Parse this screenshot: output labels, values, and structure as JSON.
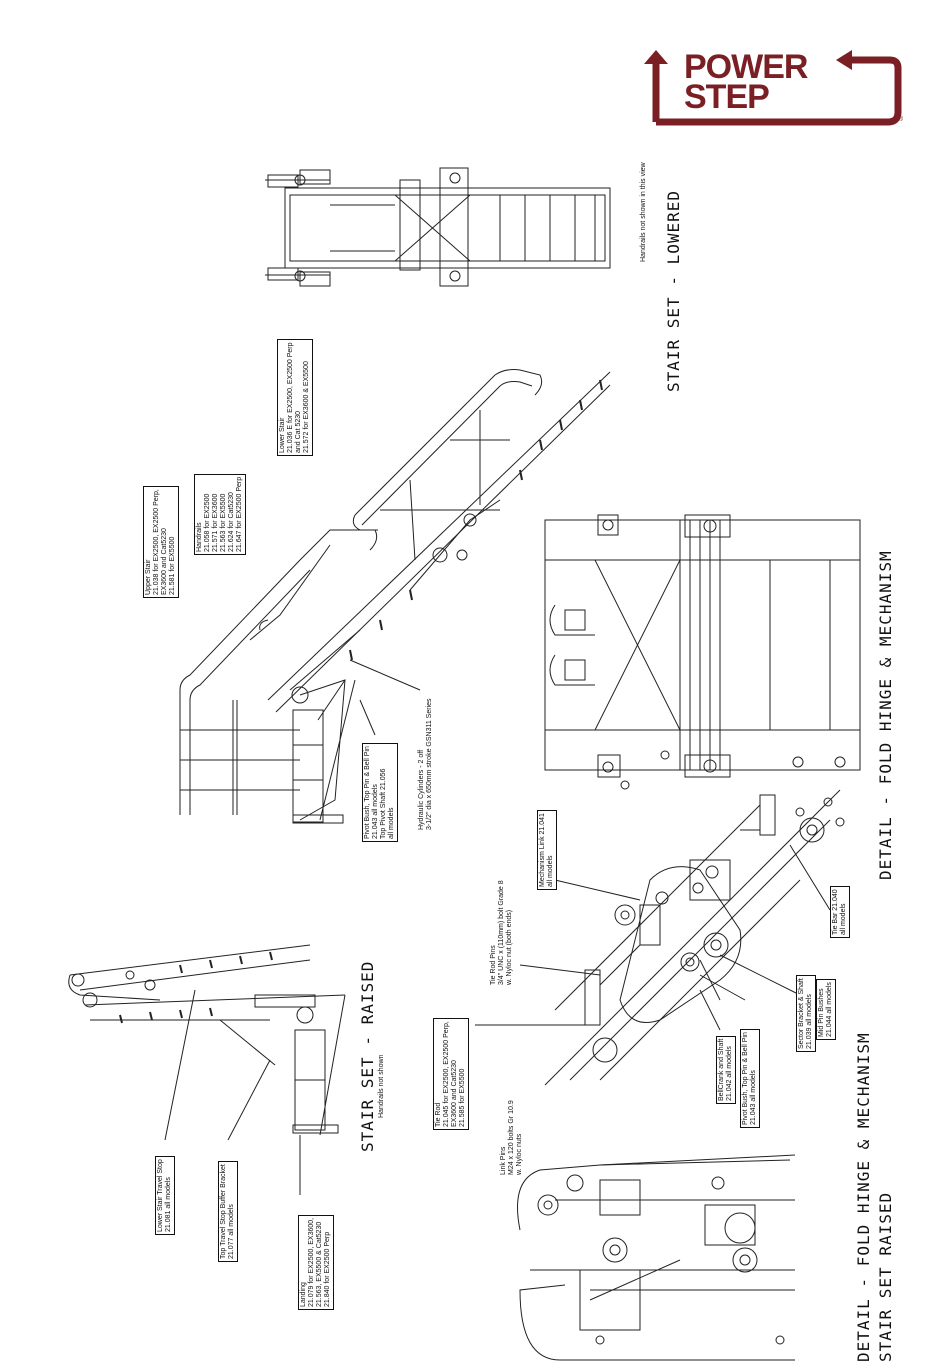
{
  "brand": {
    "line1": "POWER",
    "line2": "STEP",
    "reg": "®",
    "color": "#7a1f24"
  },
  "titles": {
    "lowered": "STAIR SET - LOWERED",
    "fold_hinge": "DETAIL - FOLD HINGE & MECHANISM",
    "raised": "STAIR SET - RAISED",
    "raised_note": "Handrails not shown",
    "bottom_detail_1": "DETAIL - FOLD HINGE & MECHANISM",
    "bottom_detail_2": "STAIR SET RAISED"
  },
  "notes": {
    "handrails_not_shown": "Handrails not shown in this view"
  },
  "callouts": {
    "lower_stair": [
      "Lower Stair",
      "21.036 E for EX2500, EX2500 Perp",
      "and Cat 5230",
      "21.572 for EX3600 & EX5500"
    ],
    "upper_stair": [
      "Upper Stair",
      "21.038 for EX2500, EX2500 Perp,",
      "EX3600 and Cat5230",
      "21.581 for EX5500"
    ],
    "handrails": [
      "Handrails",
      "21.058 for EX2500",
      "21.571 for EX3600",
      "21.563 for EX5500",
      "21.624 for Cat5230",
      "21.647 for EX2500 Perp"
    ],
    "pivot_bush": [
      "Pivot Bush, Top Pin & Bell Pin",
      "21.043    all models",
      "Top Pivot Shaft  21.056",
      "all models"
    ],
    "hydraulic": [
      "Hydraulic Cylinders - 2 off",
      "3-1/2\" dia x 650mm stroke GSN311 Series"
    ],
    "mechanism_link": [
      "Mechanism Link  21.041",
      "all models"
    ],
    "tie_rod_pins": [
      "Tie Rod Pins",
      "3/4\" UNC x (110mm) bolt Grade 8",
      "w. Nyloc nut (both ends)"
    ],
    "tie_bar": [
      "Tie Bar  21.040",
      "all models"
    ],
    "sector_bracket": [
      "Sector Bracket & Shaft",
      "21.039     all models"
    ],
    "mid_pin": [
      "Mid Pin Bushes",
      "21.044     all models"
    ],
    "pivot_bush_2": [
      "Pivot Bush, Top Pin & Bell Pin",
      "21.043    all models"
    ],
    "bellcrank": [
      "BellCrank and Shaft",
      "21.042     all models"
    ],
    "tie_rod": [
      "Tie Rod",
      "21.045 for EX2500, EX2500 Perp,",
      "EX3600 and Cat5230",
      "21.585 for EX5500"
    ],
    "link_pins": [
      "Link Pins",
      "M24 x 120 bolts Gr 10.9",
      "w. Nyloc nuts"
    ],
    "lower_travel_stop": [
      "Lower Stair Travel Stop",
      "21.081    all models"
    ],
    "buffer_bracket": [
      "Top Travel Stop Buffer Bracket",
      "21.077         all models"
    ],
    "landing": [
      "Landing",
      "21.079 for EX2500, EX3600,",
      "21.563, EX5500 & Cat5230",
      "21.840 for EX2500 Perp"
    ]
  }
}
